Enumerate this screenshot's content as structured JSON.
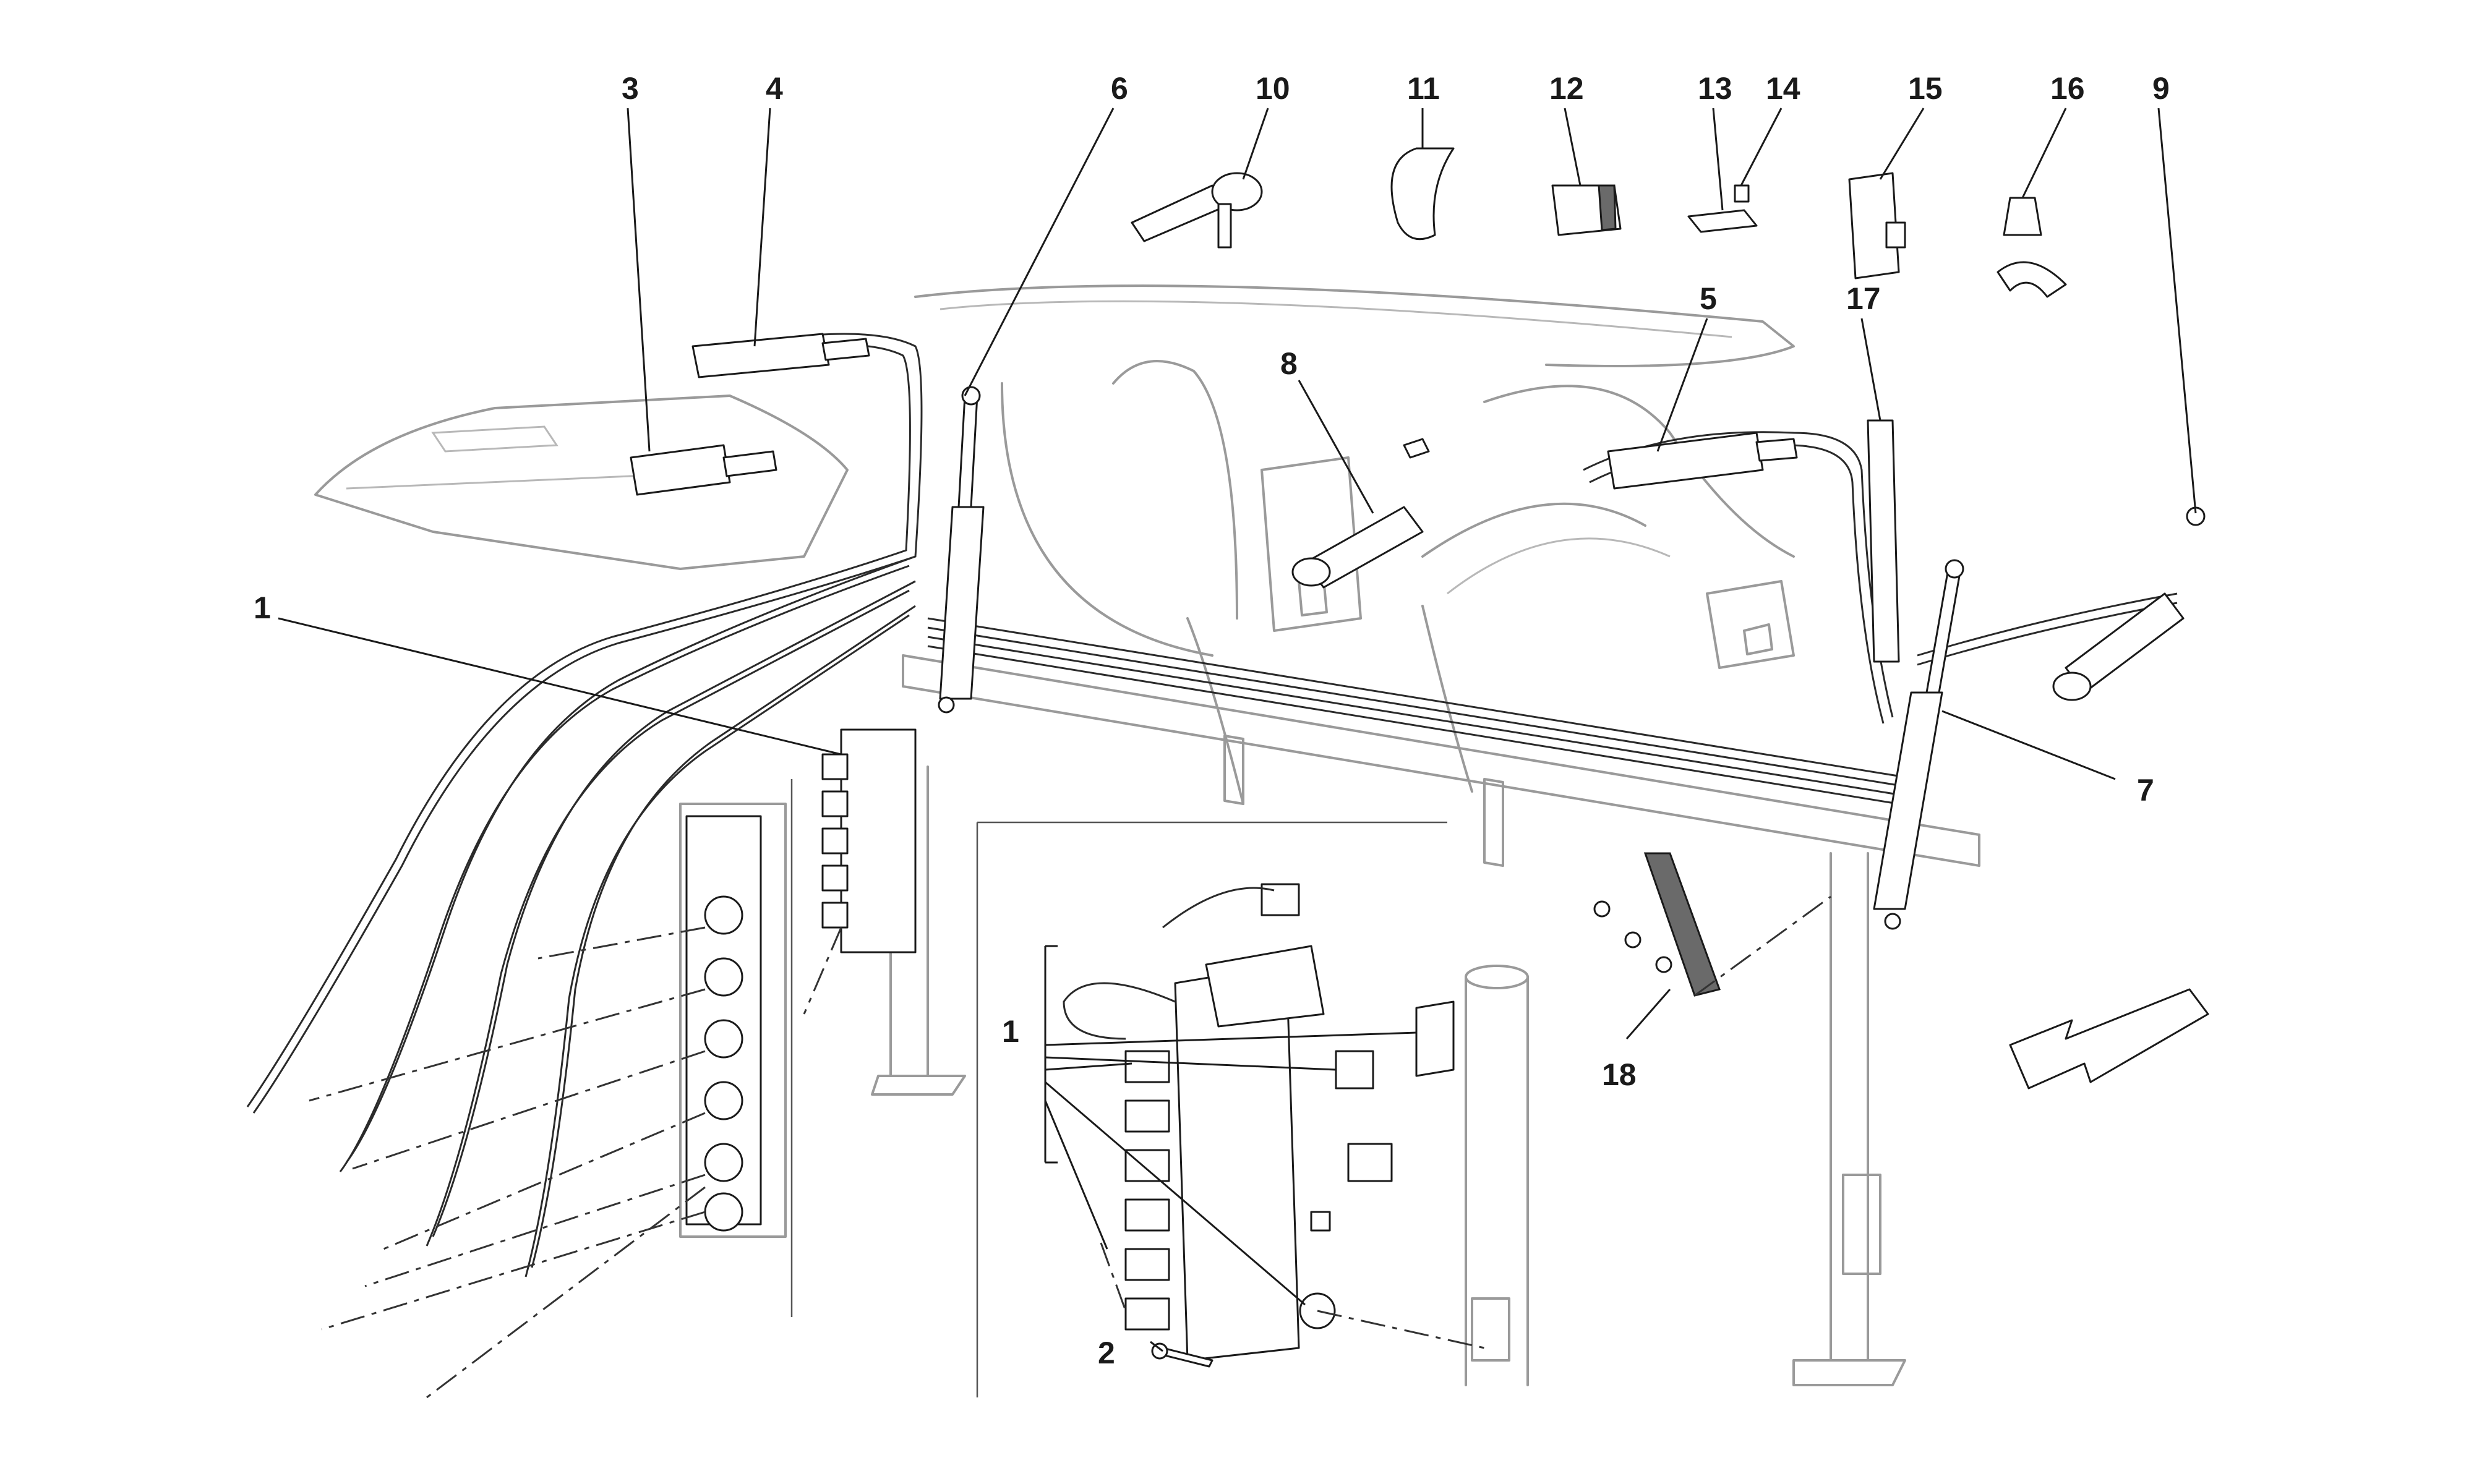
{
  "callouts": {
    "c1a": "1",
    "c1b": "1",
    "c2": "2",
    "c3": "3",
    "c4": "4",
    "c5": "5",
    "c6": "6",
    "c7": "7",
    "c8": "8",
    "c9": "9",
    "c10": "10",
    "c11": "11",
    "c12": "12",
    "c13": "13",
    "c14": "14",
    "c15": "15",
    "c16": "16",
    "c17": "17",
    "c18": "18"
  },
  "colors": {
    "line": "#1a1a1a",
    "frame": "#9a9a9a",
    "background": "#ffffff"
  },
  "icons": {
    "direction": "direction-arrow-icon"
  }
}
